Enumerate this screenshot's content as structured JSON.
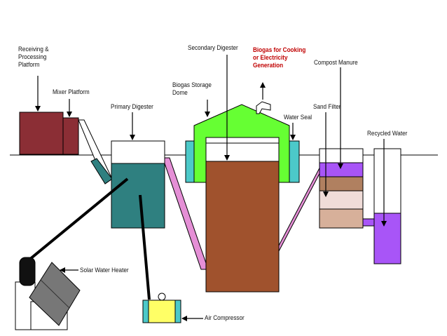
{
  "labels": {
    "receiving_platform": "Receiving &\nProcessing\nPlatform",
    "mixer_platform": "Mixer Platform",
    "primary_digester": "Primary Digester",
    "biogas_storage_dome": "Biogas Storage\nDome",
    "secondary_digester": "Secondary Digester",
    "biogas_output": "Biogas for Cooking\nor Electricity\nGeneration",
    "compost_manure": "Compost Manure",
    "water_seal": "Water Seal",
    "sand_filter": "Sand Filter",
    "recycled_water": "Recycled Water",
    "solar_water_heater": "Solar Water Heater",
    "air_compressor": "Air Compressor"
  },
  "colors": {
    "receiving_platform": "#8b2e35",
    "digester_contents_primary": "#2f8080",
    "digester_contents_secondary": "#a0522d",
    "dome": "#66ff33",
    "water_seal": "#4cc9c9",
    "pipe": "#e58fd6",
    "filter_top": "#a855f7",
    "filter_layer_2": "#b08060",
    "filter_layer_3": "#f0dcd8",
    "filter_layer_4": "#d7b09a",
    "recycled_water": "#a855f7",
    "compressor": "#ffff66",
    "biogas_label_color": "#c00000"
  }
}
